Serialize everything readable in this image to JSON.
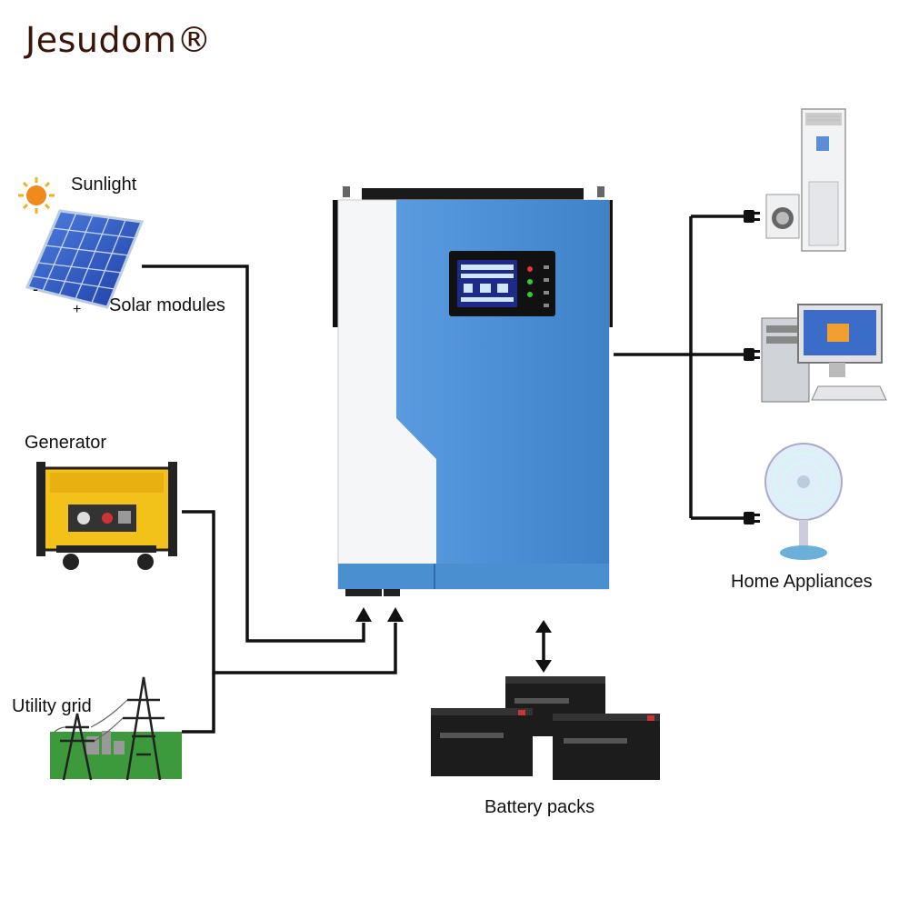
{
  "brand": "Jesudom®",
  "labels": {
    "sunlight": "Sunlight",
    "solar_modules": "Solar modules",
    "minus": "-",
    "plus": "+",
    "generator": "Generator",
    "utility_grid": "Utility grid",
    "battery_packs": "Battery packs",
    "home_appliances": "Home Appliances"
  },
  "colors": {
    "inverter_blue": "#4a8fd0",
    "inverter_white": "#f4f6f8",
    "wire": "#111111",
    "solar_panel": "#2c5fc8",
    "sun": "#f08a1c",
    "generator_yellow": "#f2c21a",
    "grid_green": "#3c9a3c",
    "battery": "#1c1c1c"
  }
}
